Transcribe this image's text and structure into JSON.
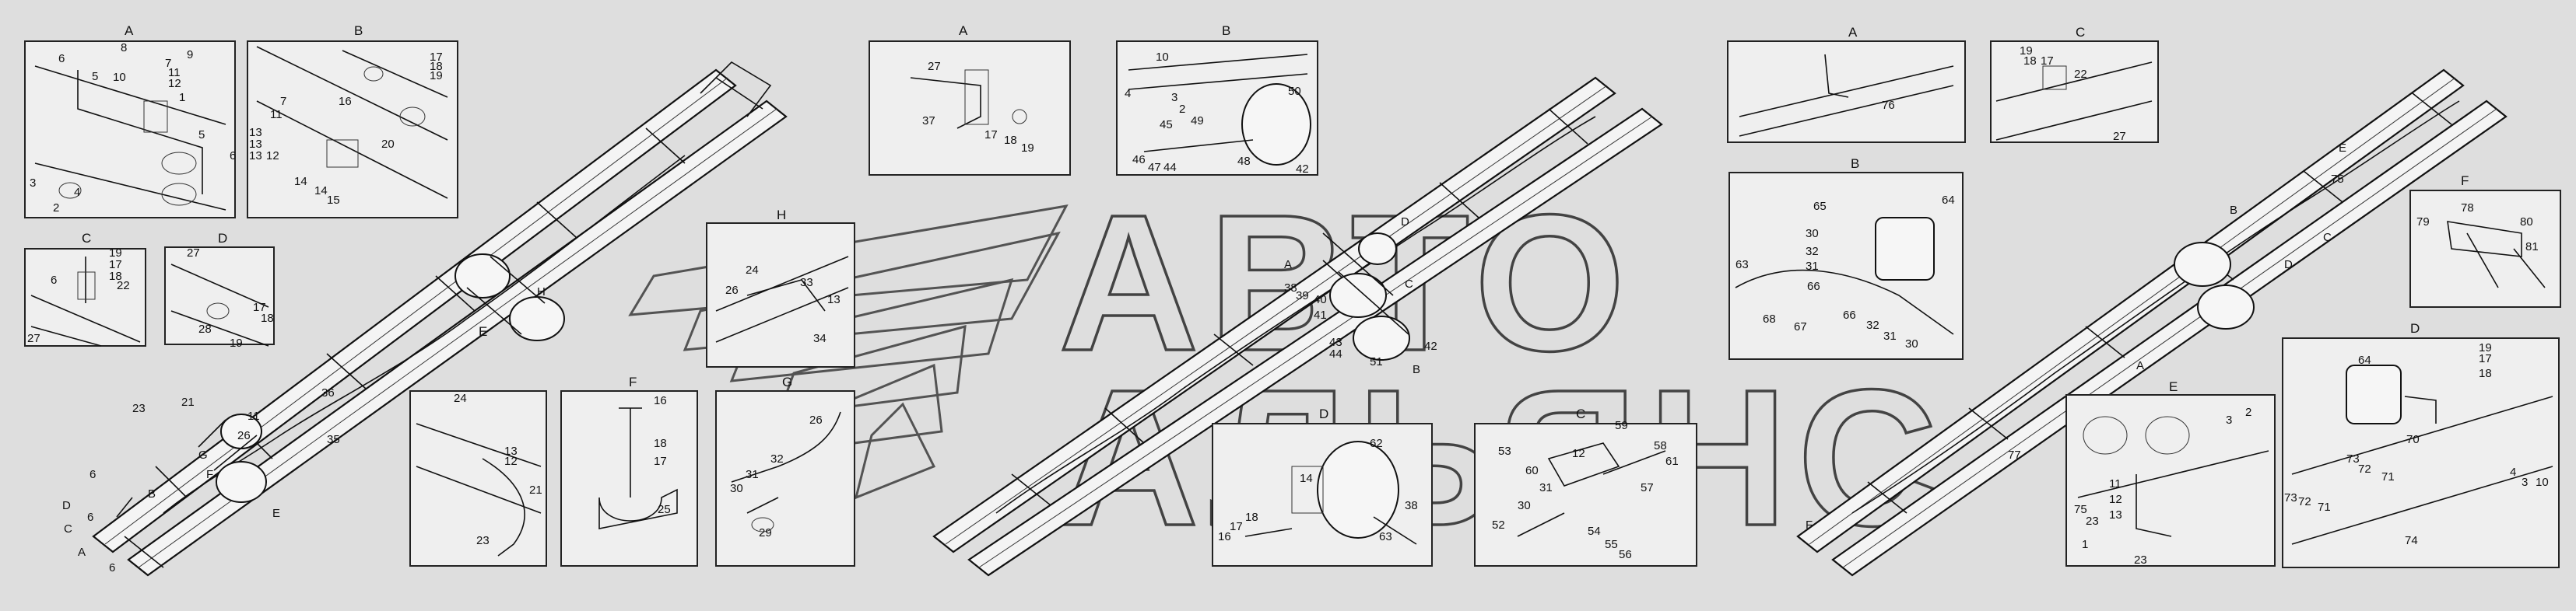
{
  "watermark": {
    "line1": "АВТО",
    "line2": "АЛЬЯНС"
  },
  "frames": [
    {
      "callouts": [
        "A",
        "B",
        "C",
        "D",
        "E",
        "F",
        "G",
        "H",
        "6",
        "6",
        "6",
        "11",
        "21",
        "23",
        "26",
        "35",
        "36"
      ]
    },
    {
      "callouts": [
        "A",
        "B",
        "C",
        "D",
        "38",
        "39",
        "40",
        "41",
        "43",
        "44",
        "51",
        "42"
      ]
    },
    {
      "callouts": [
        "A",
        "B",
        "C",
        "D",
        "E",
        "F",
        "75",
        "77"
      ]
    }
  ],
  "details": [
    {
      "id": "g1A",
      "title": "A",
      "labels": [
        "8",
        "9",
        "6",
        "5",
        "10",
        "7",
        "12",
        "11",
        "1",
        "5",
        "6",
        "4",
        "3",
        "2"
      ]
    },
    {
      "id": "g1B",
      "title": "B",
      "labels": [
        "17",
        "18",
        "19",
        "7",
        "16",
        "11",
        "13",
        "13",
        "13",
        "12",
        "20",
        "14",
        "14",
        "15"
      ]
    },
    {
      "id": "g1C",
      "title": "C",
      "labels": [
        "19",
        "17",
        "18",
        "22",
        "6",
        "27"
      ]
    },
    {
      "id": "g1D",
      "title": "D",
      "labels": [
        "27",
        "17",
        "18",
        "28",
        "19"
      ]
    },
    {
      "id": "g1H",
      "title": "H",
      "labels": [
        "24",
        "26",
        "33",
        "13",
        "34"
      ]
    },
    {
      "id": "g1E",
      "title": "E",
      "labels": [
        "24",
        "13",
        "12",
        "21",
        "23"
      ]
    },
    {
      "id": "g1F",
      "title": "F",
      "labels": [
        "16",
        "18",
        "17",
        "25"
      ]
    },
    {
      "id": "g1G",
      "title": "G",
      "labels": [
        "26",
        "32",
        "31",
        "30",
        "29"
      ]
    },
    {
      "id": "g2A",
      "title": "A",
      "labels": [
        "27",
        "37",
        "17",
        "18",
        "19"
      ]
    },
    {
      "id": "g2B",
      "title": "B",
      "labels": [
        "10",
        "3",
        "2",
        "4",
        "45",
        "49",
        "50",
        "46",
        "47",
        "44",
        "48",
        "42"
      ]
    },
    {
      "id": "g2D",
      "title": "D",
      "labels": [
        "62",
        "16",
        "17",
        "18",
        "14",
        "38",
        "63"
      ]
    },
    {
      "id": "g2C",
      "title": "C",
      "labels": [
        "53",
        "60",
        "12",
        "59",
        "58",
        "61",
        "31",
        "30",
        "57",
        "52",
        "54",
        "55",
        "56"
      ]
    },
    {
      "id": "g3A",
      "title": "A",
      "labels": [
        "76"
      ]
    },
    {
      "id": "g3C",
      "title": "C",
      "labels": [
        "19",
        "18",
        "17",
        "22",
        "27"
      ]
    },
    {
      "id": "g3B",
      "title": "B",
      "labels": [
        "65",
        "64",
        "30",
        "32",
        "31",
        "66",
        "63",
        "68",
        "67",
        "66",
        "32",
        "31",
        "30"
      ]
    },
    {
      "id": "g3F",
      "title": "F",
      "labels": [
        "78",
        "79",
        "80",
        "81"
      ]
    },
    {
      "id": "g3E",
      "title": "E",
      "labels": [
        "2",
        "3",
        "11",
        "12",
        "13",
        "75",
        "23",
        "1",
        "23"
      ]
    },
    {
      "id": "g3D",
      "title": "D",
      "labels": [
        "64",
        "19",
        "17",
        "18",
        "70",
        "73",
        "72",
        "71",
        "73",
        "72",
        "71",
        "4",
        "3",
        "10",
        "74"
      ]
    }
  ]
}
